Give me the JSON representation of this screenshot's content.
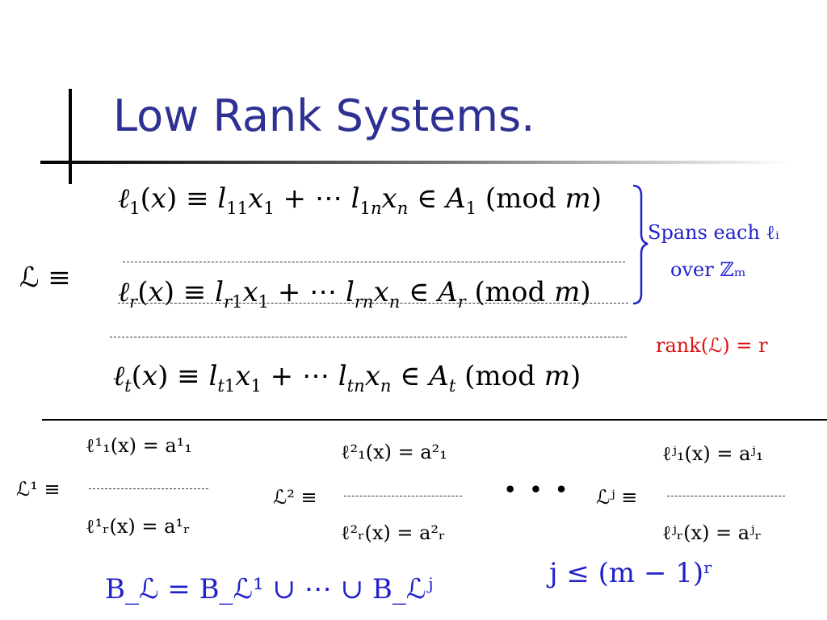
{
  "slide": {
    "title": "Low Rank Systems.",
    "accent_color": "#2e3192"
  },
  "system": {
    "label": "ℒ ≡",
    "eq_first": "ℓ₁(x) ≡ l₁₁x₁ + ⋯ l₁ₙxₙ ∈ A₁ (mod m)",
    "eq_r": "ℓᵣ(x) ≡ lᵣ₁x₁ + ⋯ lᵣₙxₙ ∈ Aᵣ (mod m)",
    "eq_t": "ℓₜ(x) ≡ lₜ₁x₁ + ⋯ lₜₙxₙ ∈ Aₜ (mod m)",
    "brace_note_line1": "Spans each ℓᵢ",
    "brace_note_line2": "over ℤₘ",
    "rank_note": "rank(ℒ) = r"
  },
  "subsystems": [
    {
      "label": "ℒ¹ ≡",
      "top": "ℓ¹₁(x) = a¹₁",
      "bottom": "ℓ¹ᵣ(x) = a¹ᵣ"
    },
    {
      "label": "ℒ² ≡",
      "top": "ℓ²₁(x) = a²₁",
      "bottom": "ℓ²ᵣ(x) = a²ᵣ"
    },
    {
      "label": "ℒʲ ≡",
      "top": "ℓʲ₁(x) = aʲ₁",
      "bottom": "ℓʲᵣ(x) = aʲᵣ"
    }
  ],
  "ellipsis": "• • •",
  "union_formula": "B_ℒ = B_ℒ¹ ∪ ⋯ ∪ B_ℒʲ",
  "j_bound": "j ≤ (m − 1)ʳ",
  "colors": {
    "blue": "#2222cc",
    "red": "#dd1111"
  }
}
